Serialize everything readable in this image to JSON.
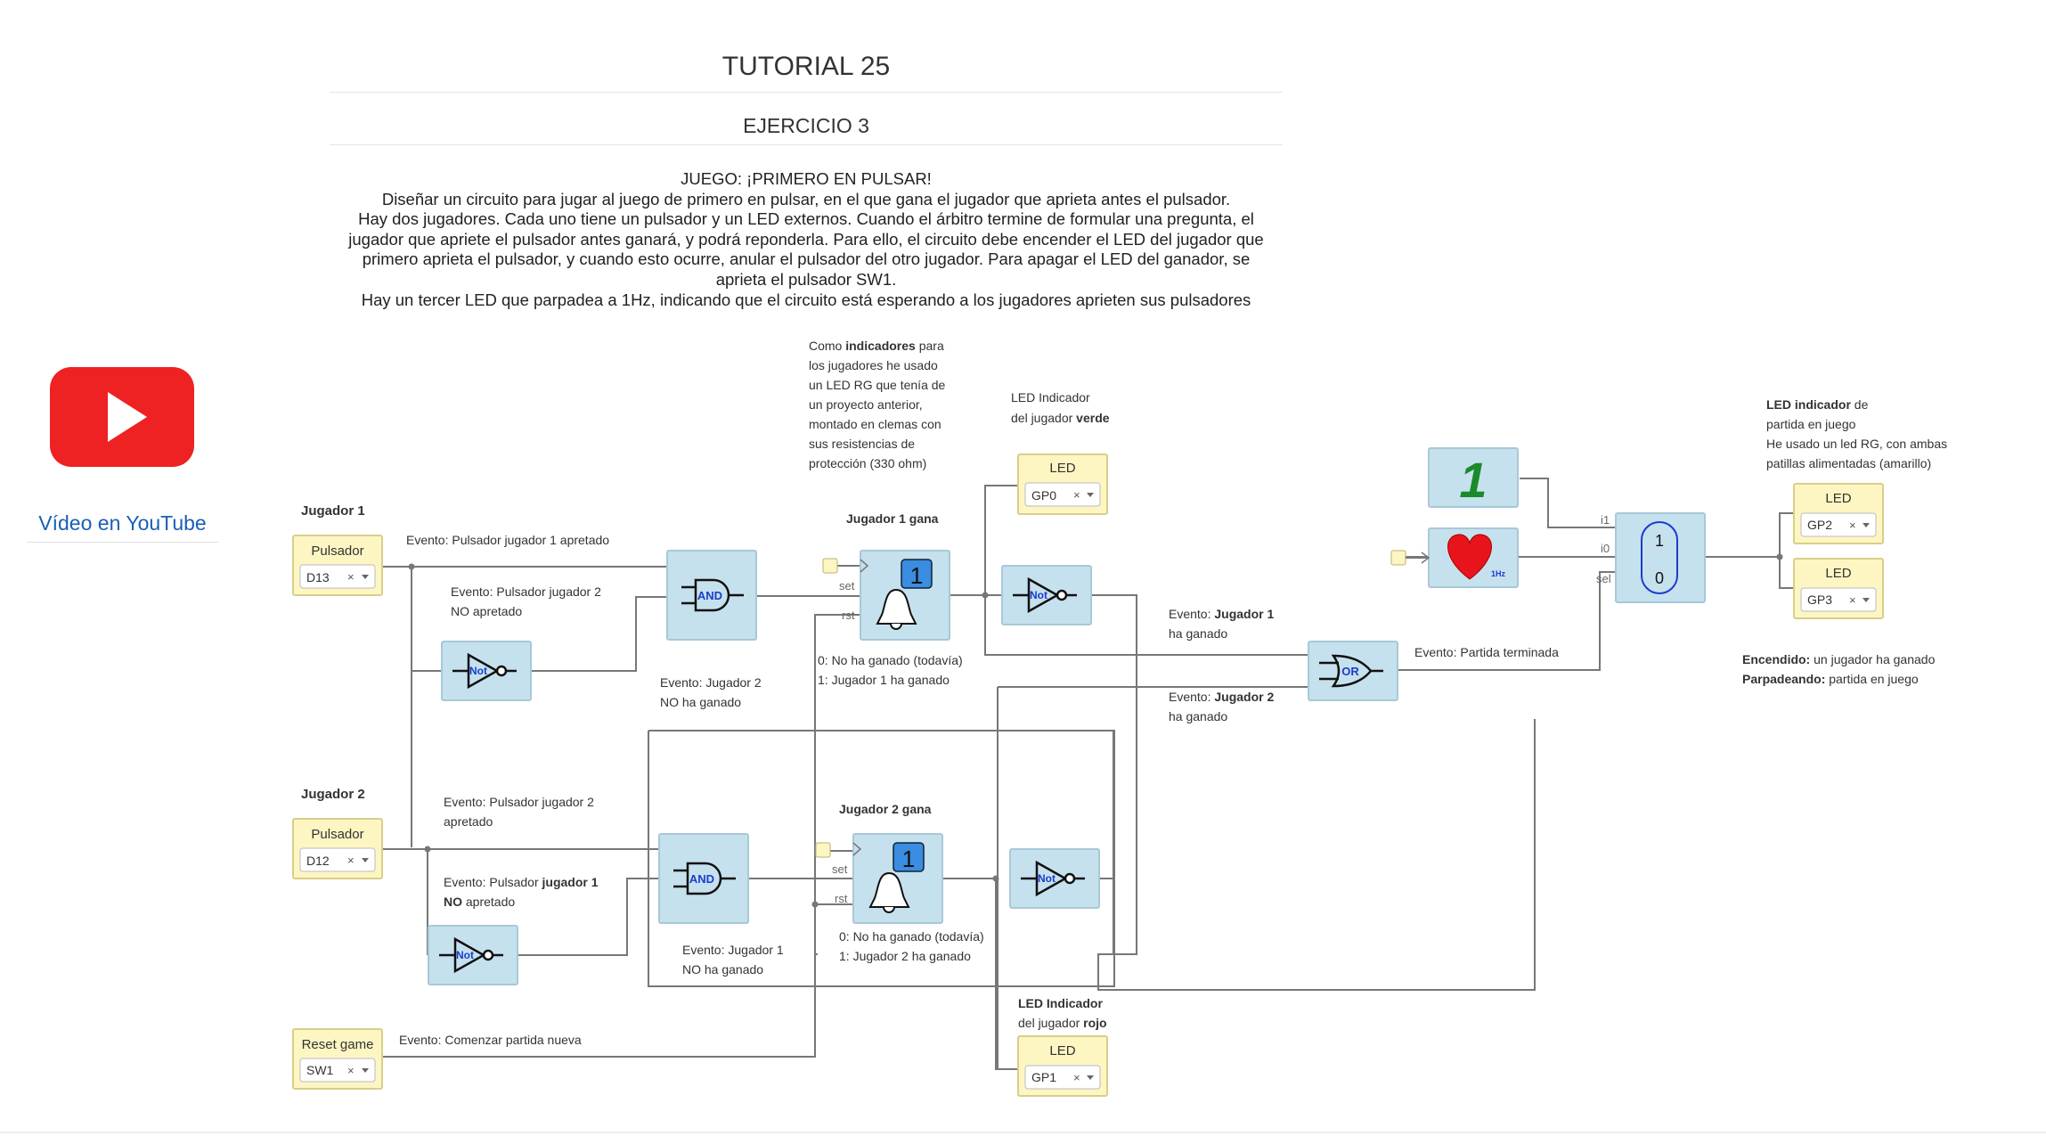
{
  "header": {
    "title": "TUTORIAL 25",
    "subtitle": "EJERCICIO 3"
  },
  "description": {
    "lines": [
      "JUEGO: ¡PRIMERO EN PULSAR!",
      "Diseñar un circuito para jugar al juego de primero en pulsar, en el que gana el jugador que aprieta antes el pulsador.",
      "Hay dos jugadores. Cada uno tiene un pulsador y un LED externos. Cuando el árbitro termine de formular una pregunta, el",
      "jugador que apriete el pulsador antes ganará, y podrá reponderla. Para ello, el circuito debe encender el LED del jugador que",
      "primero aprieta el pulsador, y cuando esto ocurre, anular el pulsador del otro jugador. Para apagar el LED del ganador, se",
      "aprieta el pulsador SW1.",
      "Hay un tercer LED que parpadea a 1Hz, indicando que el circuito está esperando a los jugadores aprieten sus pulsadores"
    ]
  },
  "sidebar": {
    "youtube_link": "Vídeo en YouTube",
    "logo_icon": "youtube-play-icon"
  },
  "colors": {
    "io_block": "#fdf6c3",
    "logic_block": "#c6e1ee",
    "wire": "#777777",
    "link": "#1a5fb4",
    "youtube_red": "#ee2222"
  },
  "diagram": {
    "inputs": [
      {
        "heading": "Jugador 1",
        "label": "Pulsador",
        "pin": "D13"
      },
      {
        "heading": "Jugador 2",
        "label": "Pulsador",
        "pin": "D12"
      },
      {
        "heading": "",
        "label": "Reset game",
        "pin": "SW1"
      }
    ],
    "outputs": [
      {
        "label": "LED",
        "pin": "GP0"
      },
      {
        "label": "LED",
        "pin": "GP1"
      },
      {
        "label": "LED",
        "pin": "GP2"
      },
      {
        "label": "LED",
        "pin": "GP3"
      }
    ],
    "clear_glyph": "×",
    "gates": {
      "and": "AND",
      "not": "Not",
      "or": "OR"
    },
    "flipflop": {
      "value": "1",
      "set": "set",
      "rst": "rst"
    },
    "mux": {
      "top": "1",
      "bottom": "0",
      "i1": "i1",
      "i0": "i0",
      "sel": "sel"
    },
    "heart": {
      "label": "1Hz",
      "icon": "heart-icon"
    },
    "constant": {
      "value": "1"
    },
    "notes": {
      "indicator": [
        "Como indicadores para",
        "los jugadores he usado",
        "un LED RG que tenía de",
        "un proyecto anterior,",
        "montado en clemas con",
        "sus resistencias de",
        "protección (330 ohm)"
      ],
      "indicator_bold": "indicadores",
      "led_green_1": "LED Indicador",
      "led_green_2": "del jugador ",
      "led_green_bold": "verde",
      "led_red_1": "LED Indicador",
      "led_red_2": "del jugador ",
      "led_red_bold": "rojo",
      "j1_wins": "Jugador 1 gana",
      "j2_wins": "Jugador 2 gana",
      "ev_p1": "Evento: Pulsador jugador 1 apretado",
      "ev_p2_not_1": "Evento: Pulsador jugador 2",
      "ev_p2_not_2": "NO apretado",
      "ev_p2_1": "Evento: Pulsador jugador 2",
      "ev_p2_2": "apretado",
      "ev_p1_not_1": "Evento: Pulsador ",
      "ev_p1_not_bold": "jugador 1",
      "ev_p1_not_2b": "NO",
      "ev_p1_not_2": " apretado",
      "ev_j2_not_1": "Evento: Jugador 2",
      "ev_j2_not_2": "NO ha ganado",
      "ev_j1_not_1": "Evento: Jugador 1",
      "ev_j1_not_2": "NO ha ganado",
      "ff1_state_1": "0: No ha ganado (todavía)",
      "ff1_state_2": "1: Jugador 1 ha ganado",
      "ff2_state_1": "0: No ha ganado (todavía)",
      "ff2_state_2": "1: Jugador 2 ha ganado",
      "ev_j1_won_1": "Evento: ",
      "ev_j1_won_bold": "Jugador 1",
      "ev_j1_won_2": "ha ganado",
      "ev_j2_won_1": "Evento: ",
      "ev_j2_won_bold": "Jugador 2",
      "ev_j2_won_2": "ha ganado",
      "ev_end": "Evento: Partida terminada",
      "ev_reset": "Evento: Comenzar partida nueva",
      "led_game_bold": "LED indicador",
      "led_game_1": " de",
      "led_game_2": "partida en juego",
      "led_game_3": "He usado un led RG, con ambas",
      "led_game_4": "patillas alimentadas (amarillo)",
      "legend_on_bold": "Encendido:",
      "legend_on": " un jugador ha ganado",
      "legend_blink_bold": "Parpadeando:",
      "legend_blink": " partida en juego"
    }
  }
}
